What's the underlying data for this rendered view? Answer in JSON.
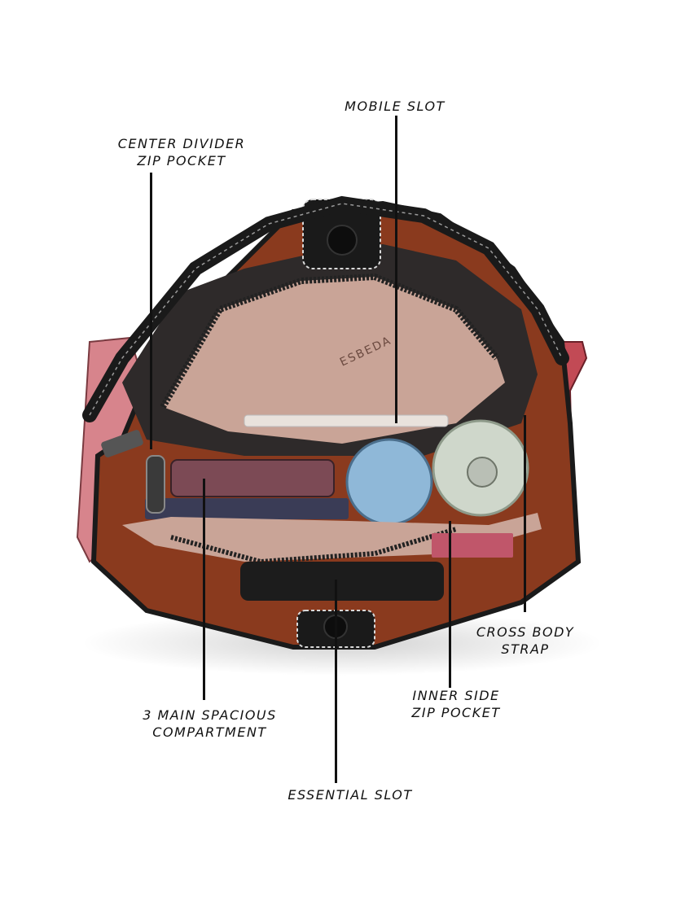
{
  "labels": {
    "mobile_slot": "MOBILE SLOT",
    "center_divider_line1": "CENTER DIVIDER",
    "center_divider_line2": "ZIP POCKET",
    "cross_body_line1": "CROSS BODY",
    "cross_body_line2": "STRAP",
    "inner_side_line1": "INNER SIDE",
    "inner_side_line2": "ZIP POCKET",
    "main_compartment_line1": "3 MAIN SPACIOUS",
    "main_compartment_line2": "COMPARTMENT",
    "essential_slot": "ESSENTIAL SLOT"
  },
  "bag": {
    "lining_brand": "ESBEDA"
  },
  "colors": {
    "leather_black": "#1a1a1a",
    "suede_rust": "#8a3a1e",
    "lining_pink": "#c9a497",
    "strap_red": "#a8303a",
    "background": "#ffffff"
  }
}
